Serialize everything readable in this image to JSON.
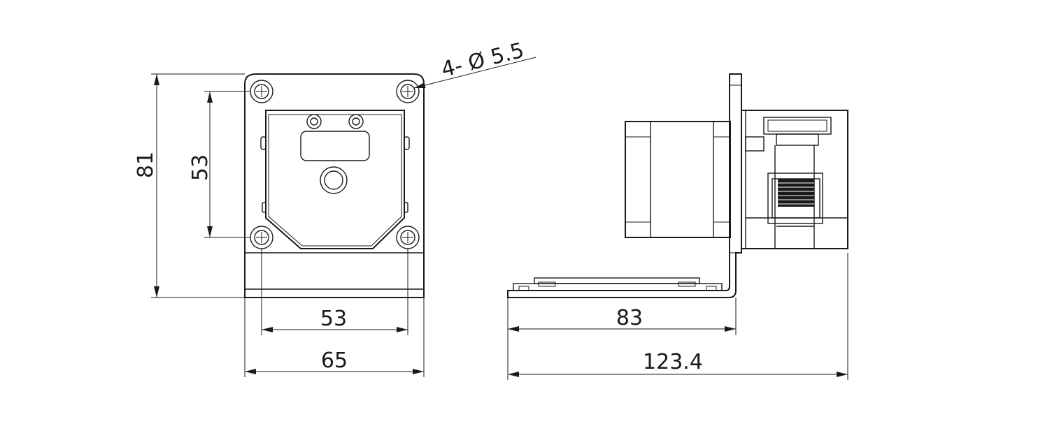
{
  "dimensions": {
    "front_height_outer": "81",
    "front_height_holes": "53",
    "front_width_holes": "53",
    "front_width_outer": "65",
    "hole_callout": "4- Ø 5.5",
    "side_base_length": "83",
    "side_total_length": "123.4"
  }
}
